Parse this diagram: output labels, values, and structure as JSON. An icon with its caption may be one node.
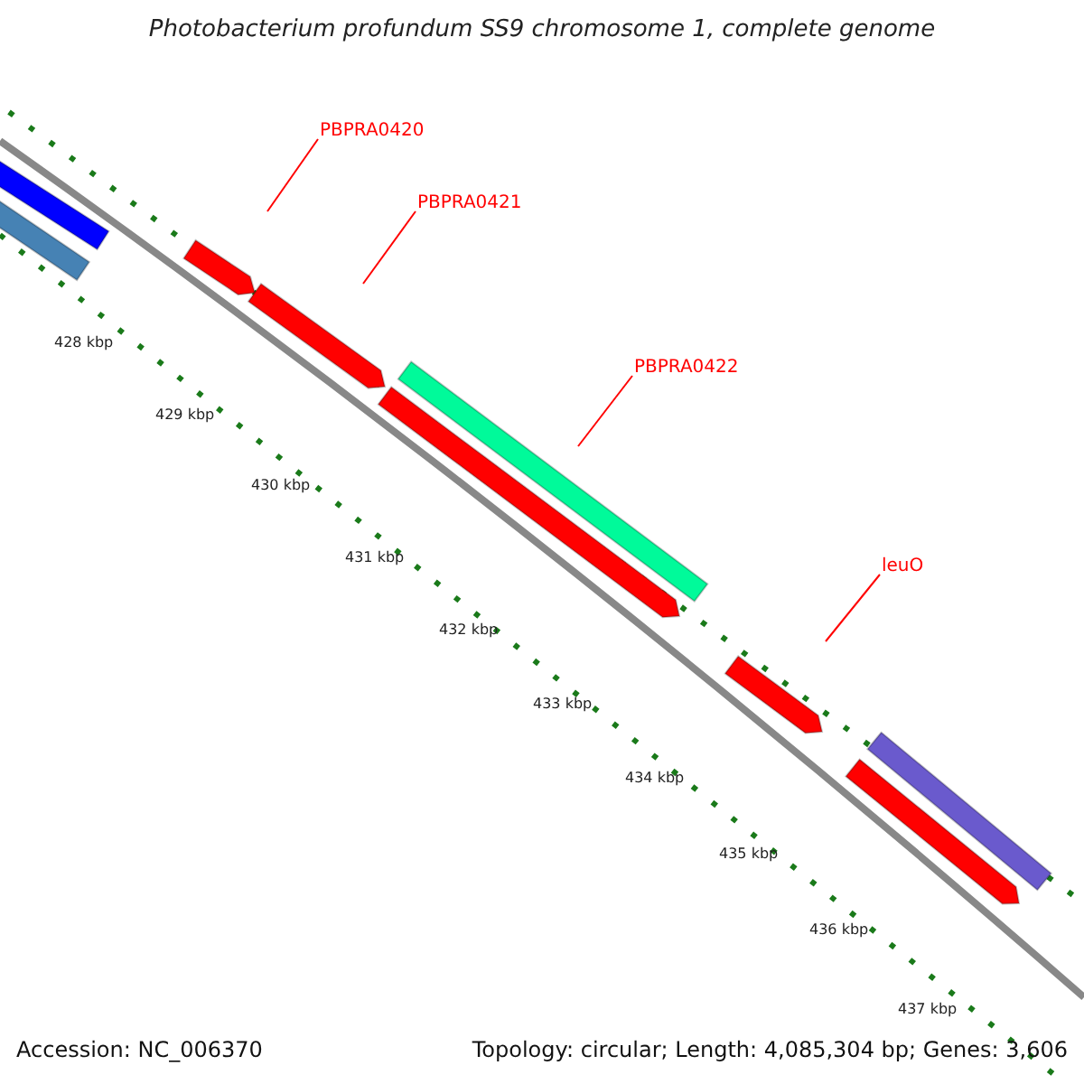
{
  "diagram": {
    "title": "Photobacterium profundum SS9 chromosome 1, complete genome",
    "nodes": [
      {
        "text": [
          "PBPRA0420"
        ]
      },
      {
        "text": [
          "PBPRA0421"
        ]
      },
      {
        "text": [
          "PBPRA0422"
        ]
      },
      {
        "text": [
          "leuO"
        ]
      },
      {
        "text": [],
        "shape": "bar"
      },
      {
        "text": [],
        "shape": "bar"
      },
      {
        "text": [],
        "shape": "arrow"
      },
      {
        "text": [],
        "shape": "arrow"
      },
      {
        "text": [],
        "shape": "bar"
      },
      {
        "text": [],
        "shape": "arrow"
      },
      {
        "text": [],
        "shape": "arrow"
      },
      {
        "text": [],
        "shape": "bar"
      },
      {
        "text": [],
        "shape": "arrow"
      }
    ],
    "edges": [
      {
        "from": 0,
        "to": 6,
        "arrow": "none"
      },
      {
        "from": 1,
        "to": 7,
        "arrow": "none"
      },
      {
        "from": 2,
        "to": 9,
        "arrow": "none"
      },
      {
        "from": 3,
        "to": 10,
        "arrow": "none"
      }
    ],
    "labels": [
      "428 kbp",
      "429 kbp",
      "430 kbp",
      "431 kbp",
      "432 kbp",
      "433 kbp",
      "434 kbp",
      "435 kbp",
      "436 kbp",
      "437 kbp",
      "Accession: NC_006370",
      "Topology: circular; Length: 4,085,304 bp; Genes: 3,606"
    ]
  }
}
